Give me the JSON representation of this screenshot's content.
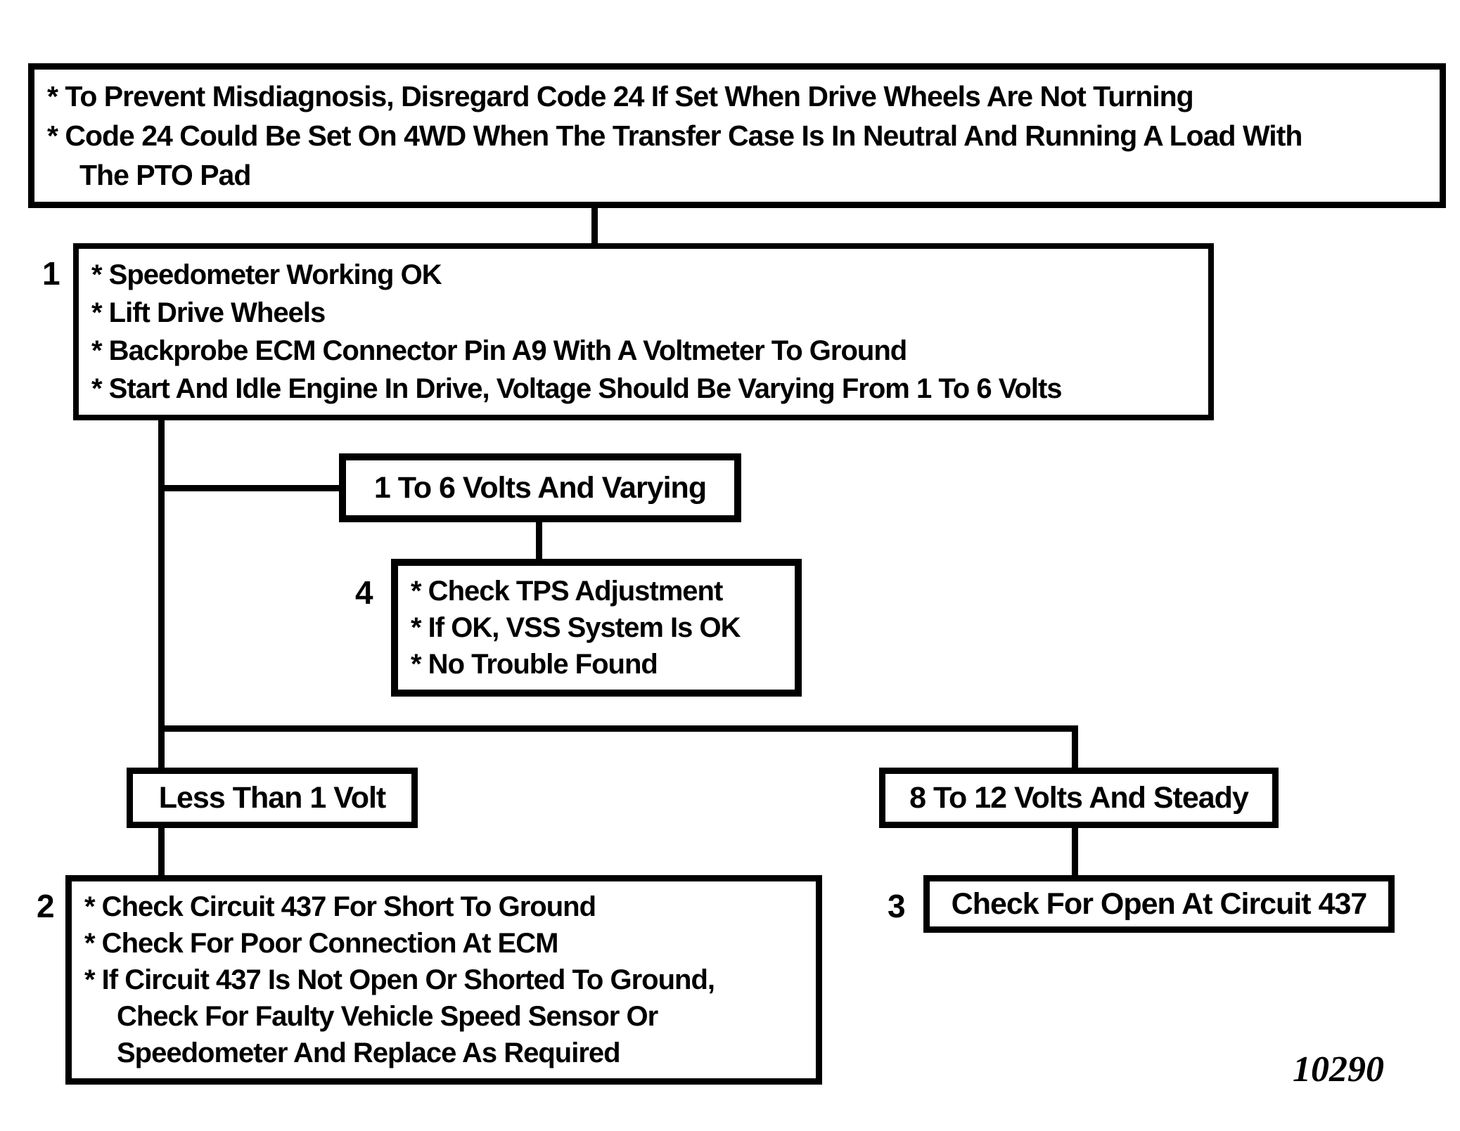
{
  "colors": {
    "ink": "#000000",
    "paper": "#ffffff"
  },
  "figure_number": "10290",
  "note_box": {
    "line1": "* To Prevent Misdiagnosis, Disregard Code 24 If Set When Drive Wheels Are Not Turning",
    "line2": "* Code 24 Could Be Set On 4WD When The Transfer Case Is In Neutral And Running A Load With",
    "line3": "The PTO Pad"
  },
  "step1": {
    "label": "1",
    "line1": "* Speedometer Working OK",
    "line2": "* Lift Drive Wheels",
    "line3": "* Backprobe ECM Connector Pin A9 With A Voltmeter To Ground",
    "line4": "* Start And Idle Engine In Drive, Voltage Should Be Varying From 1 To 6 Volts"
  },
  "branch_1_to_6": {
    "text": "1 To 6 Volts And Varying"
  },
  "step4": {
    "label": "4",
    "line1": "* Check TPS Adjustment",
    "line2": "* If OK, VSS System Is OK",
    "line3": "* No Trouble Found"
  },
  "branch_less_than_1": {
    "text": "Less Than 1 Volt"
  },
  "step2": {
    "label": "2",
    "line1": "* Check Circuit 437 For Short To Ground",
    "line2": "* Check For Poor Connection At ECM",
    "line3": "* If Circuit 437 Is Not Open Or Shorted To Ground,",
    "line4": "Check For Faulty Vehicle Speed Sensor Or",
    "line5": "Speedometer And Replace As Required"
  },
  "branch_8_to_12": {
    "text": "8 To 12 Volts And Steady"
  },
  "step3": {
    "label": "3",
    "text": "Check For Open At Circuit 437"
  }
}
